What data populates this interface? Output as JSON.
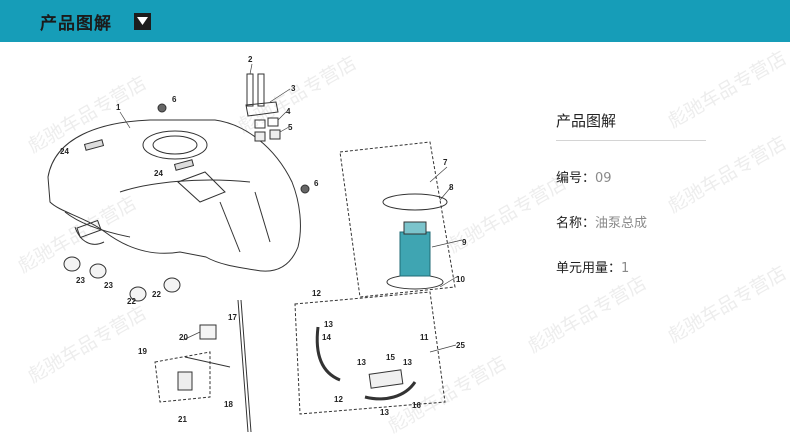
{
  "header": {
    "title": "产品图解"
  },
  "info": {
    "title": "产品图解",
    "code_label": "编号：",
    "code_value": "09",
    "name_label": "名称：",
    "name_value": "油泵总成",
    "qty_label": "单元用量：",
    "qty_value": "1"
  },
  "watermark": "彪驰车品专营店",
  "callouts": [
    "1",
    "2",
    "3",
    "4",
    "5",
    "6",
    "6",
    "7",
    "8",
    "9",
    "10",
    "11",
    "12",
    "12",
    "13",
    "13",
    "13",
    "13",
    "14",
    "15",
    "16",
    "17",
    "18",
    "19",
    "20",
    "21",
    "22",
    "22",
    "23",
    "23",
    "24",
    "24",
    "25"
  ],
  "colors": {
    "header": "#169db8",
    "pump": "#3fa5b2"
  }
}
